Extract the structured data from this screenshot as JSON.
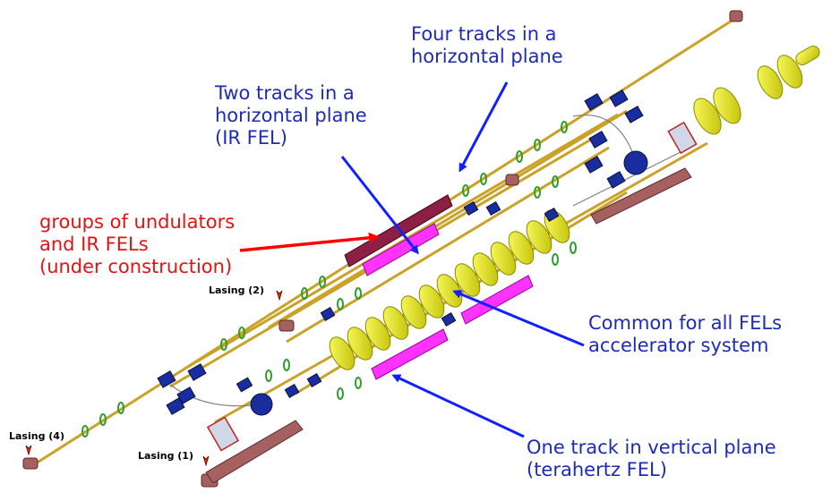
{
  "labels": {
    "four_tracks": "Four tracks in a\nhorizontal plane",
    "two_tracks": "Two tracks in a\nhorizontal plane\n(IR FEL)",
    "undulators": "groups of undulators\nand IR FELs\n(under construction)",
    "common": "Common for all FELs\naccelerator system",
    "one_track": "One track in vertical plane\n(terahertz FEL)",
    "lasing_1": "Lasing (1)",
    "lasing_2": "Lasing (2)",
    "lasing_4": "Lasing (4)"
  },
  "colors": {
    "callout_blue": "#1d2bb5",
    "callout_red": "#e31212",
    "beamline": "#c9a227",
    "magnet": "#1a2d9e",
    "cavity": "#e6e600",
    "undulator_pink": "#ff33ff",
    "undulator_maroon": "#8c1f45",
    "flange": "#a66060"
  }
}
